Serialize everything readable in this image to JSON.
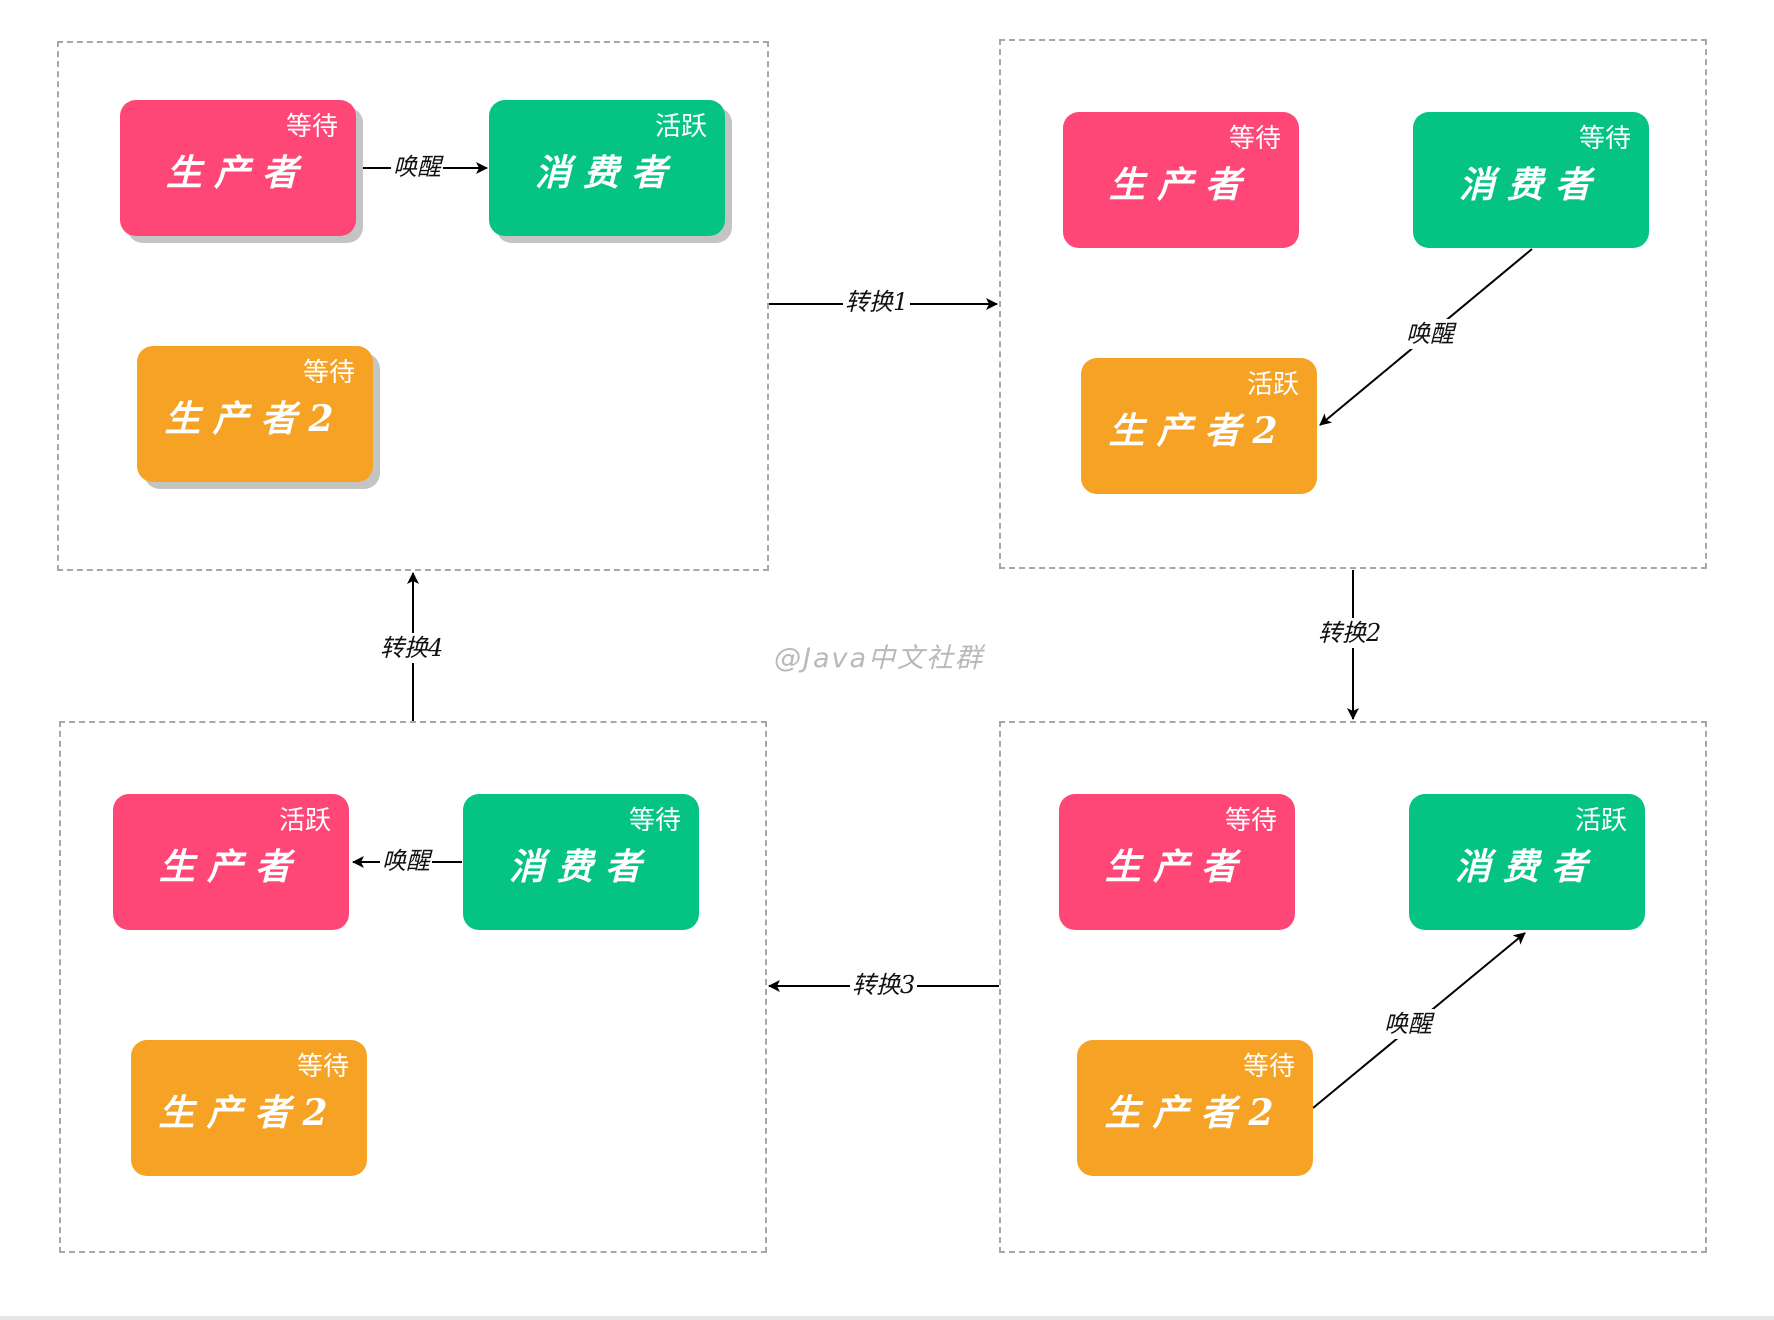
{
  "panels": {
    "p1": {
      "producer": {
        "name": "生产者",
        "state": "等待"
      },
      "consumer": {
        "name": "消费者",
        "state": "活跃"
      },
      "producer2": {
        "name": "生产者2",
        "state": "等待"
      },
      "wake_label": "唤醒"
    },
    "p2": {
      "producer": {
        "name": "生产者",
        "state": "等待"
      },
      "consumer": {
        "name": "消费者",
        "state": "等待"
      },
      "producer2": {
        "name": "生产者2",
        "state": "活跃"
      },
      "wake_label": "唤醒"
    },
    "p3": {
      "producer": {
        "name": "生产者",
        "state": "等待"
      },
      "consumer": {
        "name": "消费者",
        "state": "活跃"
      },
      "producer2": {
        "name": "生产者2",
        "state": "等待"
      },
      "wake_label": "唤醒"
    },
    "p4": {
      "producer": {
        "name": "生产者",
        "state": "活跃"
      },
      "consumer": {
        "name": "消费者",
        "state": "等待"
      },
      "producer2": {
        "name": "生产者2",
        "state": "等待"
      },
      "wake_label": "唤醒"
    }
  },
  "transitions": {
    "t1": "转换1",
    "t2": "转换2",
    "t3": "转换3",
    "t4": "转换4"
  },
  "watermark": "@Java中文社群",
  "colors": {
    "producer": "#ff4777",
    "consumer": "#05c483",
    "producer2": "#f6a224",
    "panel_border": "#a8a8a8",
    "arrow": "#000000"
  }
}
